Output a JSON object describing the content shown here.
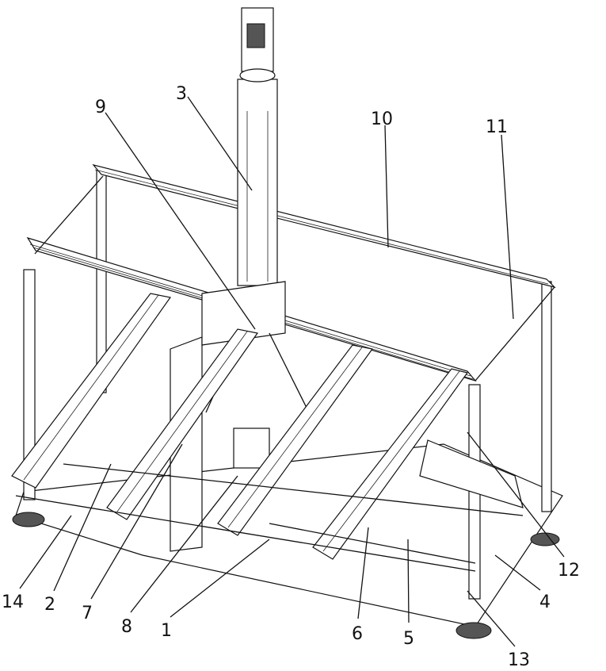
{
  "figure": {
    "labels": [
      {
        "id": "3",
        "text": "3"
      },
      {
        "id": "9",
        "text": "9"
      },
      {
        "id": "10",
        "text": "10"
      },
      {
        "id": "11",
        "text": "11"
      },
      {
        "id": "12",
        "text": "12"
      },
      {
        "id": "4",
        "text": "4"
      },
      {
        "id": "13",
        "text": "13"
      },
      {
        "id": "5",
        "text": "5"
      },
      {
        "id": "6",
        "text": "6"
      },
      {
        "id": "1",
        "text": "1"
      },
      {
        "id": "8",
        "text": "8"
      },
      {
        "id": "7",
        "text": "7"
      },
      {
        "id": "2",
        "text": "2"
      },
      {
        "id": "14",
        "text": "14"
      }
    ]
  }
}
